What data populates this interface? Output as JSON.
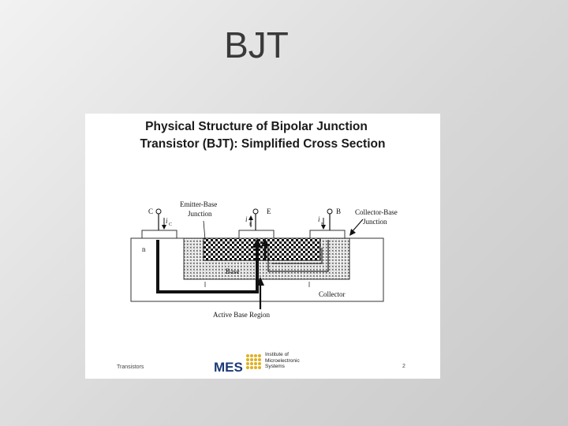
{
  "slide": {
    "title": "BJT"
  },
  "figure": {
    "heading_line1": "Physical Structure of Bipolar Junction",
    "heading_line2": "Transistor (BJT): Simplified Cross Section",
    "terminals": {
      "collector": "C",
      "emitter": "E",
      "base": "B"
    },
    "currents": {
      "collector": "i",
      "collector_sub": "C",
      "emitter": "i",
      "emitter_sub": "E",
      "base": "i",
      "base_sub": "B"
    },
    "labels": {
      "emitter_base_junction_line1": "Emitter-Base",
      "emitter_base_junction_line2": "Junction",
      "collector_base_junction_line1": "Collector-Base",
      "collector_base_junction_line2": "Junction",
      "n_region": "n",
      "base_region": "Base",
      "collector_region": "Collector",
      "active_base_region": "Active Base Region"
    }
  },
  "footer": {
    "left_text": "Transistors",
    "logo_text": "MES",
    "institute_line1": "Institute of",
    "institute_line2": "Microelectronic",
    "institute_line3": "Systems",
    "page_number": "2"
  },
  "colors": {
    "logo_blue": "#1c3a78",
    "logo_gold": "#e0b020"
  }
}
